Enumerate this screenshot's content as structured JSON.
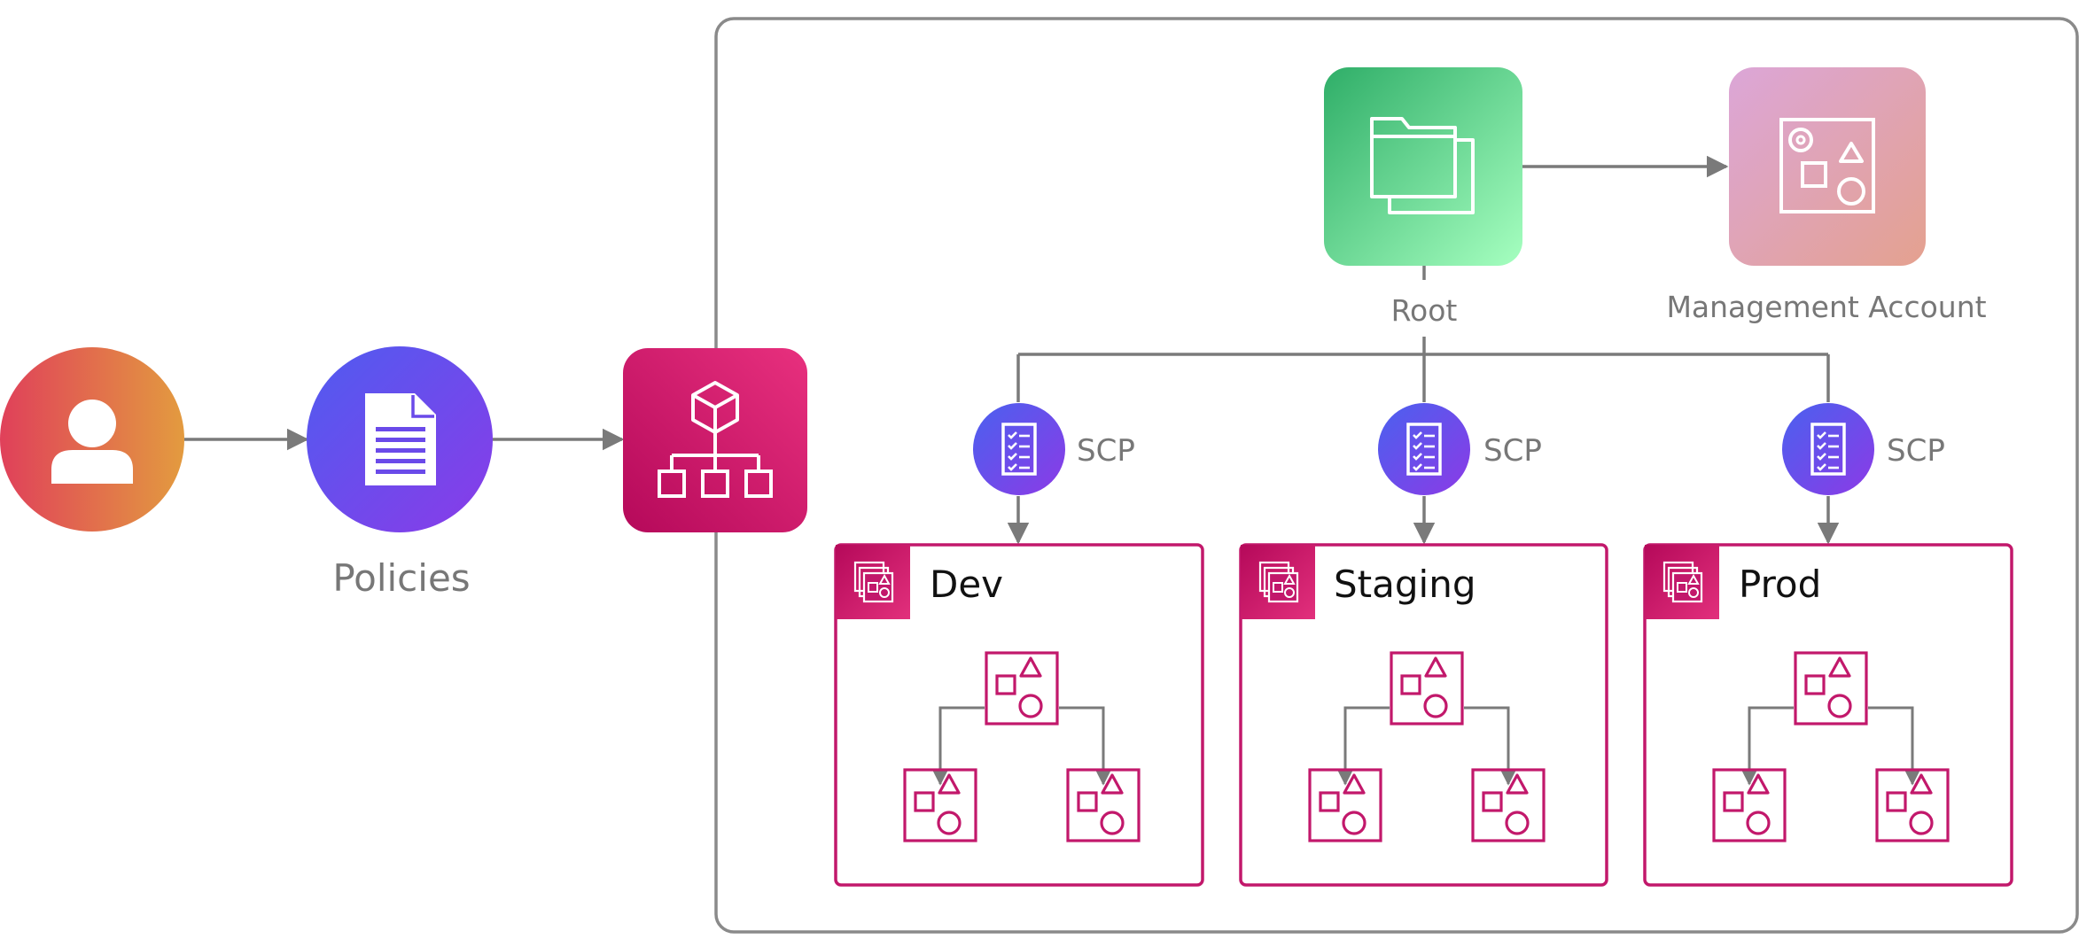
{
  "labels": {
    "policies": "Policies",
    "root": "Root",
    "management_account": "Management Account",
    "scp_dev": "SCP",
    "scp_staging": "SCP",
    "scp_prod": "SCP",
    "ou_dev": "Dev",
    "ou_staging": "Staging",
    "ou_prod": "Prod"
  },
  "icons": {
    "user": "user-icon",
    "policies": "document-icon",
    "organizations": "organization-hierarchy-icon",
    "root": "folders-icon",
    "management_account": "account-icon",
    "scp": "checklist-icon",
    "ou": "organizational-unit-icon",
    "account": "account-icon"
  },
  "colors": {
    "arrow": "#7a7a7a",
    "ou_border": "#c2186b",
    "user_gradient": [
      "#e0405a",
      "#e39b3f"
    ],
    "policies_gradient": [
      "#4f5cf0",
      "#8a3be8"
    ],
    "organizations_gradient": [
      "#b5095a",
      "#e8307e"
    ],
    "root_gradient": [
      "#2fae68",
      "#a6ffc0"
    ],
    "management_gradient": [
      "#e2a7d6",
      "#e4a18f"
    ],
    "scp_gradient": [
      "#4a61ef",
      "#8c3ae6"
    ]
  }
}
